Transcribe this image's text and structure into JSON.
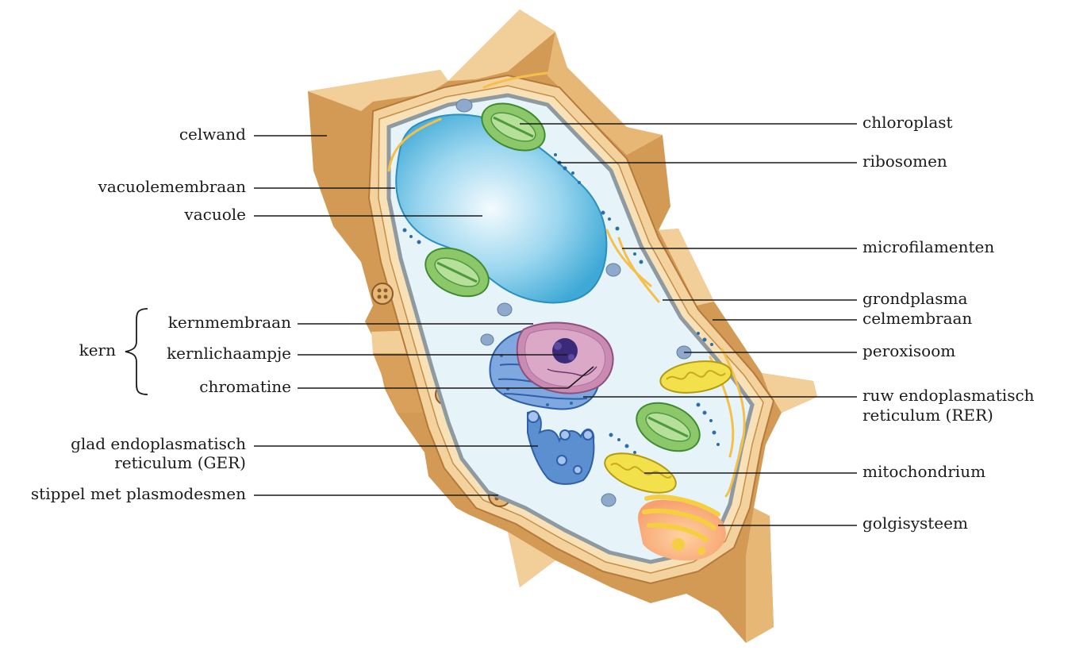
{
  "diagram": {
    "labels_left": {
      "celwand": "celwand",
      "vacuolemembraan": "vacuolemembraan",
      "vacuole": "vacuole",
      "kern": "kern",
      "kernmembraan": "kernmembraan",
      "kernlichaampje": "kernlichaampje",
      "chromatine": "chromatine",
      "ger_line1": "glad endoplasmatisch",
      "ger_line2": "reticulum (GER)",
      "stippel": "stippel met plasmodesmen"
    },
    "labels_right": {
      "chloroplast": "chloroplast",
      "ribosomen": "ribosomen",
      "microfilamenten": "microfilamenten",
      "grondplasma": "grondplasma",
      "celmembraan": "celmembraan",
      "peroxisoom": "peroxisoom",
      "rer_line1": "ruw endoplasmatisch",
      "rer_line2": "reticulum (RER)",
      "mitochondrium": "mitochondrium",
      "golgisysteem": "golgisysteem"
    },
    "colors": {
      "cell_wall": "#e9b978",
      "cell_wall_dark": "#c98a45",
      "cell_wall_light": "#f6dcb0",
      "membrane": "#8e9aa0",
      "cytoplasm": "#e6f3f9",
      "vacuole": "#6cc3e6",
      "chloroplast": "#8cc76a",
      "nucleus": "#c98bb2",
      "nucleolus": "#3b2a7a",
      "er": "#5c8fd0",
      "mitochondrion": "#f2e14a",
      "golgi": "#f7b56a",
      "peroxisome": "#8ea9c9",
      "microfilament": "#f5c04a",
      "ribosome": "#2c6ea8"
    }
  }
}
